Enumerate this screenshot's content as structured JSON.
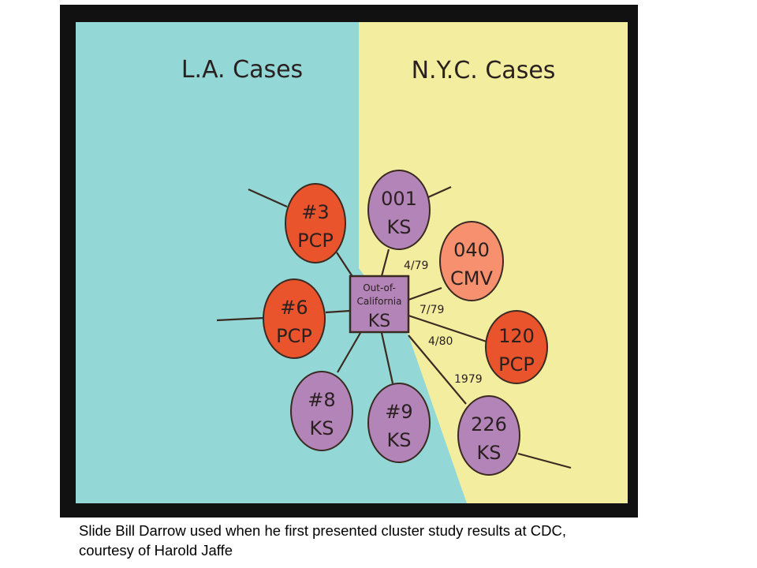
{
  "slide": {
    "left_title": "L.A. Cases",
    "right_title": "N.Y.C. Cases",
    "colors": {
      "la_bg": "#93d8d6",
      "nyc_bg": "#f3ee9f",
      "pcp": "#e9542c",
      "ks": "#b384b8",
      "cmv": "#f6906f",
      "frame": "#111111"
    },
    "center": {
      "line1": "Out-of-",
      "line2": "California",
      "line3": "KS"
    },
    "nodes": [
      {
        "id": "n3",
        "top": "#3",
        "bottom": "PCP",
        "kind": "pcp"
      },
      {
        "id": "n001",
        "top": "001",
        "bottom": "KS",
        "kind": "ks"
      },
      {
        "id": "n040",
        "top": "040",
        "bottom": "CMV",
        "kind": "cmv"
      },
      {
        "id": "n6",
        "top": "#6",
        "bottom": "PCP",
        "kind": "pcp"
      },
      {
        "id": "n120",
        "top": "120",
        "bottom": "PCP",
        "kind": "pcp"
      },
      {
        "id": "n8",
        "top": "#8",
        "bottom": "KS",
        "kind": "ks"
      },
      {
        "id": "n9",
        "top": "#9",
        "bottom": "KS",
        "kind": "ks"
      },
      {
        "id": "n226",
        "top": "226",
        "bottom": "KS",
        "kind": "ks"
      }
    ],
    "edge_labels": [
      "4/79",
      "7/79",
      "4/80",
      "1979"
    ]
  },
  "caption": {
    "line1": "Slide Bill Darrow used when he first presented cluster study results at CDC,",
    "line2": "courtesy of Harold Jaffe"
  }
}
